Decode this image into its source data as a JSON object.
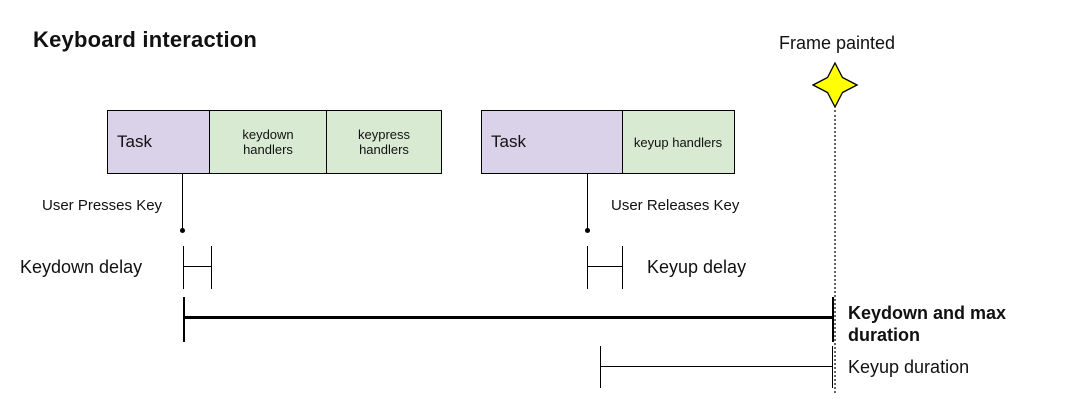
{
  "title": "Keyboard interaction",
  "frame_marker": {
    "label": "Frame painted",
    "icon": "four-point-star"
  },
  "keydown_sequence": {
    "task_label": "Task",
    "handler_labels": [
      "keydown handlers",
      "keypress handlers"
    ],
    "event_label": "User Presses Key",
    "delay_label": "Keydown delay"
  },
  "keyup_sequence": {
    "task_label": "Task",
    "handler_labels": [
      "keyup handlers"
    ],
    "event_label": "User Releases Key",
    "delay_label": "Keyup delay"
  },
  "durations": {
    "keydown_max_label": "Keydown and max duration",
    "keyup_label": "Keyup duration"
  },
  "colors": {
    "task_fill": "#d9d2e9",
    "handlers_fill": "#d9ead3",
    "star_fill": "#ffff00",
    "line_color": "#000000",
    "frame_line_color": "#666666"
  }
}
